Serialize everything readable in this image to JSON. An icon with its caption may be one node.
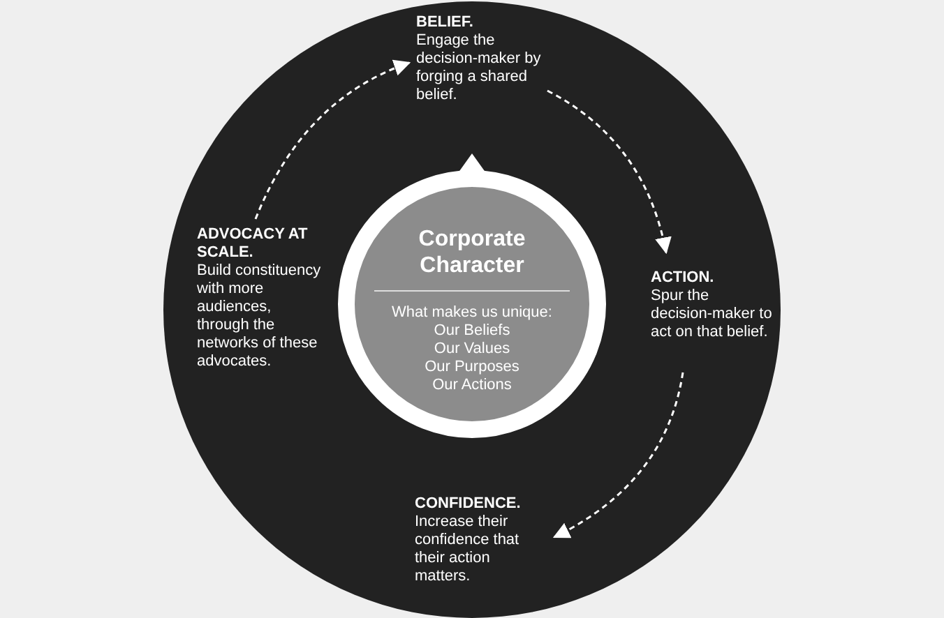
{
  "diagram": {
    "nodes": [
      {
        "text": [],
        "shape": "circle"
      },
      {
        "text": [
          "BELIEF.",
          "Engage the decision-maker by forging a shared belief."
        ],
        "in": 0
      },
      {
        "text": [
          "ADVOCACY AT SCALE.",
          "Build constituency with more audiences, through the networks of these advocates."
        ],
        "in": 0
      },
      {
        "text": [
          "Corporate Character",
          "What makes us unique:",
          "Our Beliefs",
          "Our Values",
          "Our Purposes",
          "Our Actions"
        ],
        "in": 0
      },
      {
        "text": [
          "ACTION.",
          "Spur the decision-maker to act on that belief."
        ],
        "in": 0
      },
      {
        "text": [
          "CONFIDENCE.",
          "Increase their confidence that their action matters."
        ],
        "in": 0
      }
    ],
    "edges": [
      {
        "from": 1,
        "to": 4,
        "arrow": "to",
        "style": "dashed"
      },
      {
        "from": 4,
        "to": 5,
        "arrow": "to",
        "style": "dashed"
      },
      {
        "from": 2,
        "to": 1,
        "arrow": "to",
        "style": "dashed"
      }
    ]
  }
}
